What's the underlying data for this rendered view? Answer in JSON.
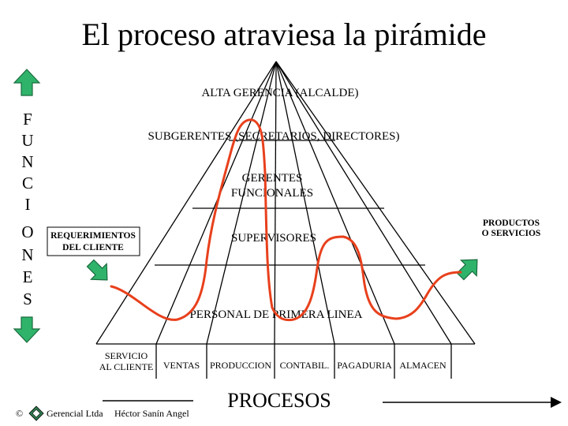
{
  "title": "El proceso atraviesa la pirámide",
  "levels": {
    "alta_gerencia": "ALTA GERENCIA (ALCALDE)",
    "subgerentes": "SUBGERENTES (SECRETARIOS, DIRECTORES)",
    "gerentes_line1": "GERENTES",
    "gerentes_line2": "FUNCIONALES",
    "supervisores": "SUPERVISORES",
    "personal": "PERSONAL DE PRIMERA LINEA"
  },
  "funciones_letters": [
    "F",
    "U",
    "N",
    "C",
    "I",
    "O",
    "N",
    "E",
    "S"
  ],
  "requerimientos": {
    "line1": "REQUERIMIENTOS",
    "line2": "DEL CLIENTE"
  },
  "productos": {
    "line1": "PRODUCTOS",
    "line2": "O SERVICIOS"
  },
  "process_columns": {
    "servicio_line1": "SERVICIO",
    "servicio_line2": "AL CLIENTE",
    "ventas": "VENTAS",
    "produccion": "PRODUCCION",
    "contabil": "CONTABIL.",
    "pagaduria": "PAGADURIA",
    "almacen": "ALMACEN"
  },
  "procesos_label": "PROCESOS",
  "footer": {
    "copyright": "©",
    "company": "Gerencial Ltda",
    "author": "Héctor Sanín Angel"
  },
  "colors": {
    "arrow_green": "#2fb36b",
    "process_curve": "#e8401c",
    "lines": "#000000"
  },
  "icons": [
    "up-arrow-icon",
    "down-arrow-icon",
    "input-arrow-icon",
    "output-arrow-icon",
    "logo-icon"
  ]
}
